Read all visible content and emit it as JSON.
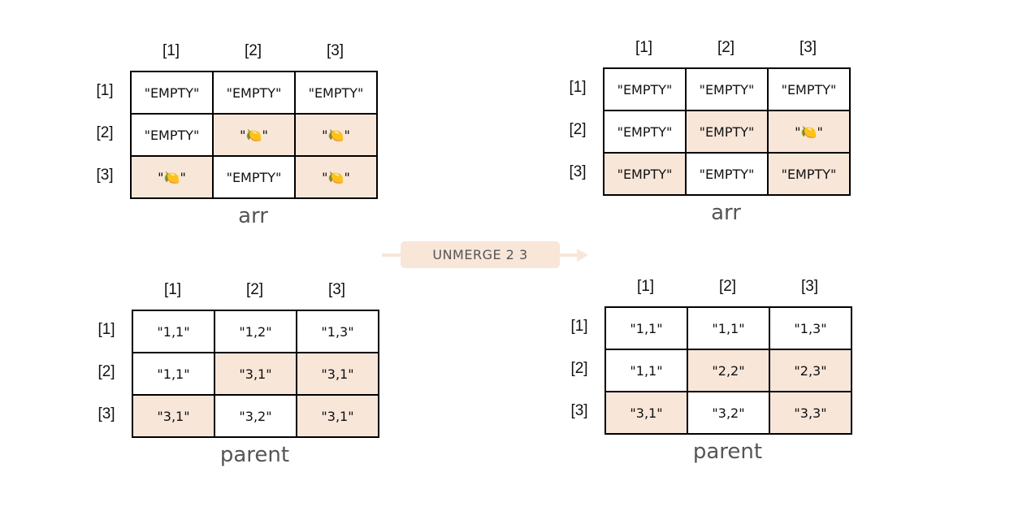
{
  "before": {
    "arr": {
      "caption": "arr",
      "col_labels": [
        "[1]",
        "[2]",
        "[3]"
      ],
      "row_labels": [
        "[1]",
        "[2]",
        "[3]"
      ],
      "rows": [
        [
          {
            "text": "\"EMPTY\"",
            "highlighted": false
          },
          {
            "text": "\"EMPTY\"",
            "highlighted": false
          },
          {
            "text": "\"EMPTY\"",
            "highlighted": false
          }
        ],
        [
          {
            "text": "\"EMPTY\"",
            "highlighted": false
          },
          {
            "text": "\"🍋\"",
            "highlighted": true
          },
          {
            "text": "\"🍋\"",
            "highlighted": true
          }
        ],
        [
          {
            "text": "\"🍋\"",
            "highlighted": true
          },
          {
            "text": "\"EMPTY\"",
            "highlighted": false
          },
          {
            "text": "\"🍋\"",
            "highlighted": true
          }
        ]
      ]
    },
    "parent": {
      "caption": "parent",
      "col_labels": [
        "[1]",
        "[2]",
        "[3]"
      ],
      "row_labels": [
        "[1]",
        "[2]",
        "[3]"
      ],
      "rows": [
        [
          {
            "text": "\"1,1\"",
            "highlighted": false
          },
          {
            "text": "\"1,2\"",
            "highlighted": false
          },
          {
            "text": "\"1,3\"",
            "highlighted": false
          }
        ],
        [
          {
            "text": "\"1,1\"",
            "highlighted": false
          },
          {
            "text": "\"3,1\"",
            "highlighted": true
          },
          {
            "text": "\"3,1\"",
            "highlighted": true
          }
        ],
        [
          {
            "text": "\"3,1\"",
            "highlighted": true
          },
          {
            "text": "\"3,2\"",
            "highlighted": false
          },
          {
            "text": "\"3,1\"",
            "highlighted": true
          }
        ]
      ]
    }
  },
  "action": {
    "label": "UNMERGE 2 3"
  },
  "after": {
    "arr": {
      "caption": "arr",
      "col_labels": [
        "[1]",
        "[2]",
        "[3]"
      ],
      "row_labels": [
        "[1]",
        "[2]",
        "[3]"
      ],
      "rows": [
        [
          {
            "text": "\"EMPTY\"",
            "highlighted": false
          },
          {
            "text": "\"EMPTY\"",
            "highlighted": false
          },
          {
            "text": "\"EMPTY\"",
            "highlighted": false
          }
        ],
        [
          {
            "text": "\"EMPTY\"",
            "highlighted": false
          },
          {
            "text": "\"EMPTY\"",
            "highlighted": true
          },
          {
            "text": "\"🍋\"",
            "highlighted": true
          }
        ],
        [
          {
            "text": "\"EMPTY\"",
            "highlighted": true
          },
          {
            "text": "\"EMPTY\"",
            "highlighted": false
          },
          {
            "text": "\"EMPTY\"",
            "highlighted": true
          }
        ]
      ]
    },
    "parent": {
      "caption": "parent",
      "col_labels": [
        "[1]",
        "[2]",
        "[3]"
      ],
      "row_labels": [
        "[1]",
        "[2]",
        "[3]"
      ],
      "rows": [
        [
          {
            "text": "\"1,1\"",
            "highlighted": false
          },
          {
            "text": "\"1,1\"",
            "highlighted": false
          },
          {
            "text": "\"1,3\"",
            "highlighted": false
          }
        ],
        [
          {
            "text": "\"1,1\"",
            "highlighted": false
          },
          {
            "text": "\"2,2\"",
            "highlighted": true
          },
          {
            "text": "\"2,3\"",
            "highlighted": true
          }
        ],
        [
          {
            "text": "\"3,1\"",
            "highlighted": true
          },
          {
            "text": "\"3,2\"",
            "highlighted": false
          },
          {
            "text": "\"3,3\"",
            "highlighted": true
          }
        ]
      ]
    }
  },
  "colors": {
    "highlight": "#f8e6d9",
    "border": "#000000",
    "caption": "#555555"
  }
}
